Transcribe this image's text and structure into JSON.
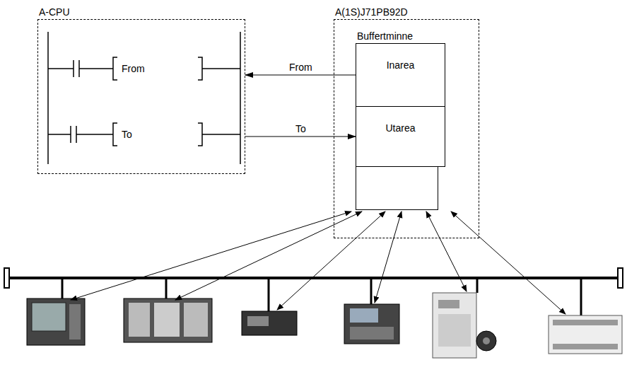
{
  "diagram": {
    "nodes": [
      {
        "text": [
          "A-CPU"
        ]
      },
      {
        "text": [
          "A(1S)J71PB92D"
        ]
      },
      {
        "text": [
          "Buffertminne"
        ],
        "in": 1
      },
      {
        "text": [
          "Inarea"
        ],
        "in": 2
      },
      {
        "text": [
          "Utarea"
        ],
        "in": 2
      }
    ],
    "edges": [
      {
        "from": 3,
        "to": 0,
        "label": "From",
        "arrow": "to"
      },
      {
        "from": 0,
        "to": 4,
        "label": "To",
        "arrow": "to"
      }
    ],
    "labels": [
      "From",
      "To"
    ]
  }
}
